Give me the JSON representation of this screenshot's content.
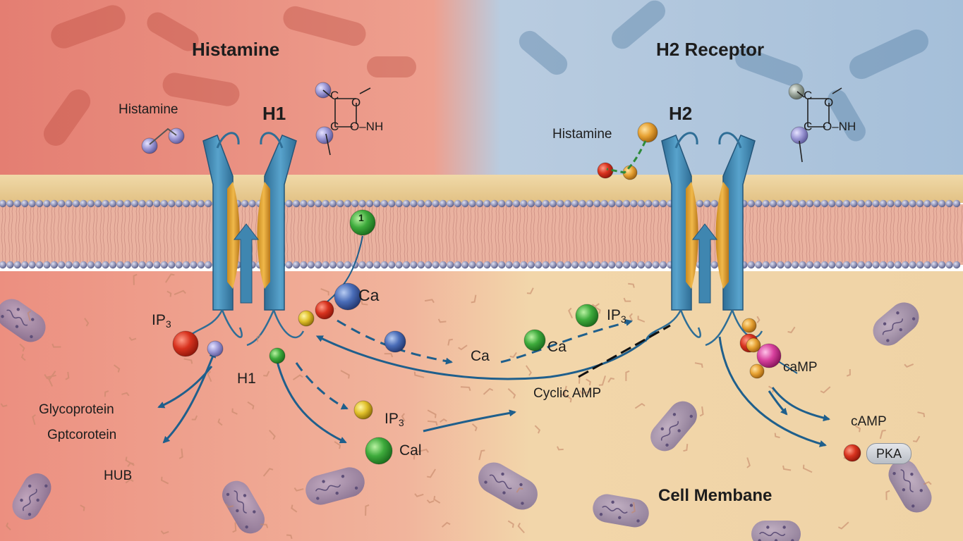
{
  "titles": {
    "left": "Histamine",
    "right": "H2 Receptor",
    "cell_membrane": "Cell Membane"
  },
  "receptors": {
    "h1": "H1",
    "h2": "H2",
    "h1_cytoplasm": "H1"
  },
  "ligand_labels": {
    "left": "Histamine",
    "right": "Histamine"
  },
  "structure": {
    "top_atom": "C",
    "top_right_atom": "O",
    "bottom_atom": "C",
    "bottom_right": "O–NH"
  },
  "molecules": {
    "ip3_left": "IP",
    "ip3_left_sub": "3",
    "ca_upper": "Ca",
    "ca_middle": "Ca",
    "ca_right": "Ca",
    "ip3_lower": "IP",
    "ip3_lower_sub": "3",
    "cal": "Cal",
    "ip3_right": "IP",
    "ip3_right_sub": "3",
    "cyclic_amp": "Cyclic AMP",
    "camp_upper": "caMP",
    "camp_lower": "cAMP",
    "pka": "PKA",
    "ball_number": "1"
  },
  "side_labels": {
    "glycoprotein": "Glycoprotein",
    "gptcorotein": "Gptcorotein",
    "hub": "HUB"
  },
  "colors": {
    "left_bg": "#e8877a",
    "right_bg": "#a9c3dc",
    "membrane": "#e9cf98",
    "cytoplasm_right": "#f0d6a8",
    "receptor": "#3f86b0",
    "arrow": "#1f5f8c"
  }
}
